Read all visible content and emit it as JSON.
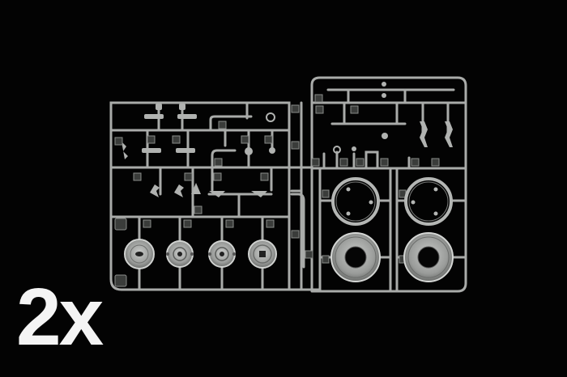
{
  "image": {
    "subject": "plastic model kit sprue with parts (wheels, rods, brackets)",
    "background_color": "#030303",
    "plastic_color": "#a8aaa8"
  },
  "overlay": {
    "quantity_label": "2x"
  },
  "sprue": {
    "left_frame": {
      "rows": 4,
      "wheel_hubs": 4
    },
    "right_frame": {
      "rings": 2,
      "wheels": 2
    }
  }
}
